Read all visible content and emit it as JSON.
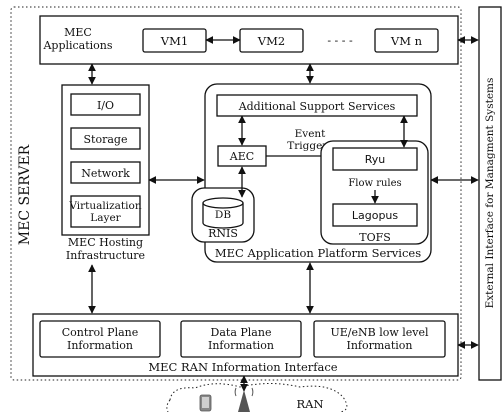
{
  "server_title": "MEC SERVER",
  "external_interface": "External Interface for Managment Systems",
  "mec_applications": {
    "label_line1": "MEC",
    "label_line2": "Applications",
    "vms": [
      "VM1",
      "VM2",
      "VM n"
    ],
    "ellipsis": "- - - -"
  },
  "hosting": {
    "items": [
      "I/O",
      "Storage",
      "Network"
    ],
    "virtualization_line1": "Virtualization",
    "virtualization_line2": "Layer",
    "title_line1": "MEC Hosting",
    "title_line2": "Infrastructure"
  },
  "platform": {
    "additional_support": "Additional Support Services",
    "aec": "AEC",
    "event_line1": "Event",
    "event_line2": "Triggers",
    "db": "DB",
    "rnis": "RNIS",
    "ryu": "Ryu",
    "flow_rules": "Flow rules",
    "lagopus": "Lagopus",
    "tofs": "TOFS",
    "title": "MEC Application Platform Services"
  },
  "ran_info": {
    "control_line1": "Control Plane",
    "control_line2": "Information",
    "data_line1": "Data Plane",
    "data_line2": "Information",
    "ue_line1": "UE/eNB low level",
    "ue_line2": "Information",
    "title": "MEC RAN Information Interface"
  },
  "ran": {
    "label": "RAN"
  }
}
